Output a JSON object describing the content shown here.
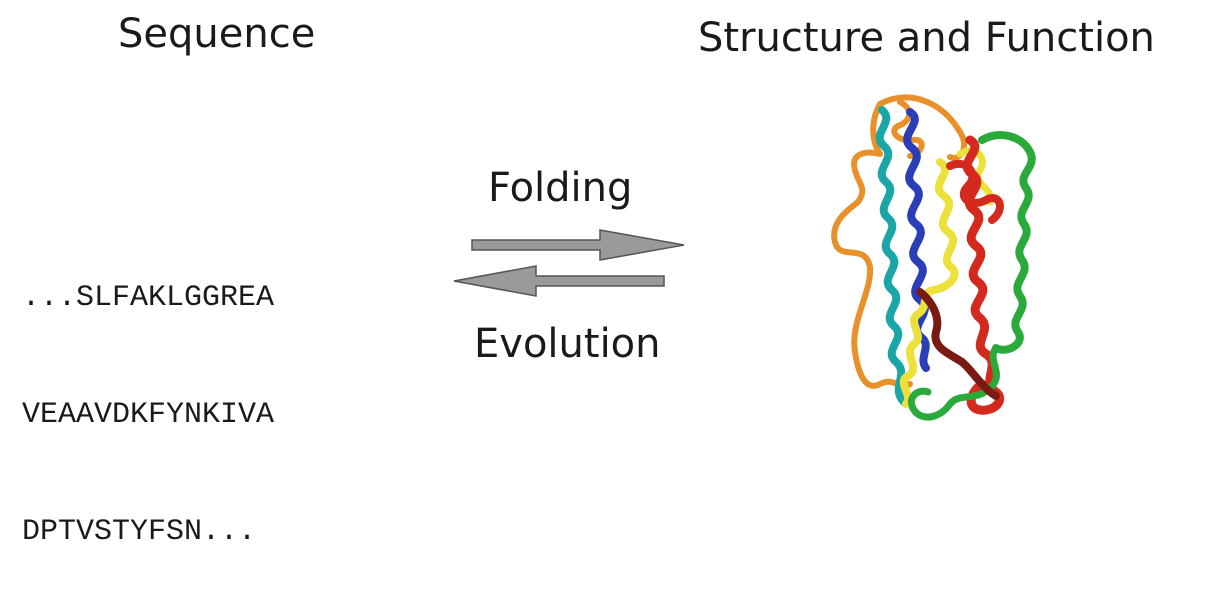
{
  "headings": {
    "sequence": "Sequence",
    "structure_function": "Structure and Function"
  },
  "sequence_lines": [
    "...SLFAKLGGREA",
    "VEAAVDKFYNKIVA",
    "DPTVSTYFSN..."
  ],
  "arrows": {
    "forward_label": "Folding",
    "reverse_label": "Evolution",
    "arrow_color": "#9a9a9a",
    "arrow_outline": "#555555"
  },
  "protein": {
    "depiction": "ribbon-helix-bundle",
    "colors": {
      "orange": "#e8902a",
      "teal": "#1aa6a6",
      "blue": "#2a3eb8",
      "yellow": "#ece13a",
      "red": "#d42a1e",
      "green": "#2aaa3a",
      "dark_red": "#7a1a14"
    }
  }
}
